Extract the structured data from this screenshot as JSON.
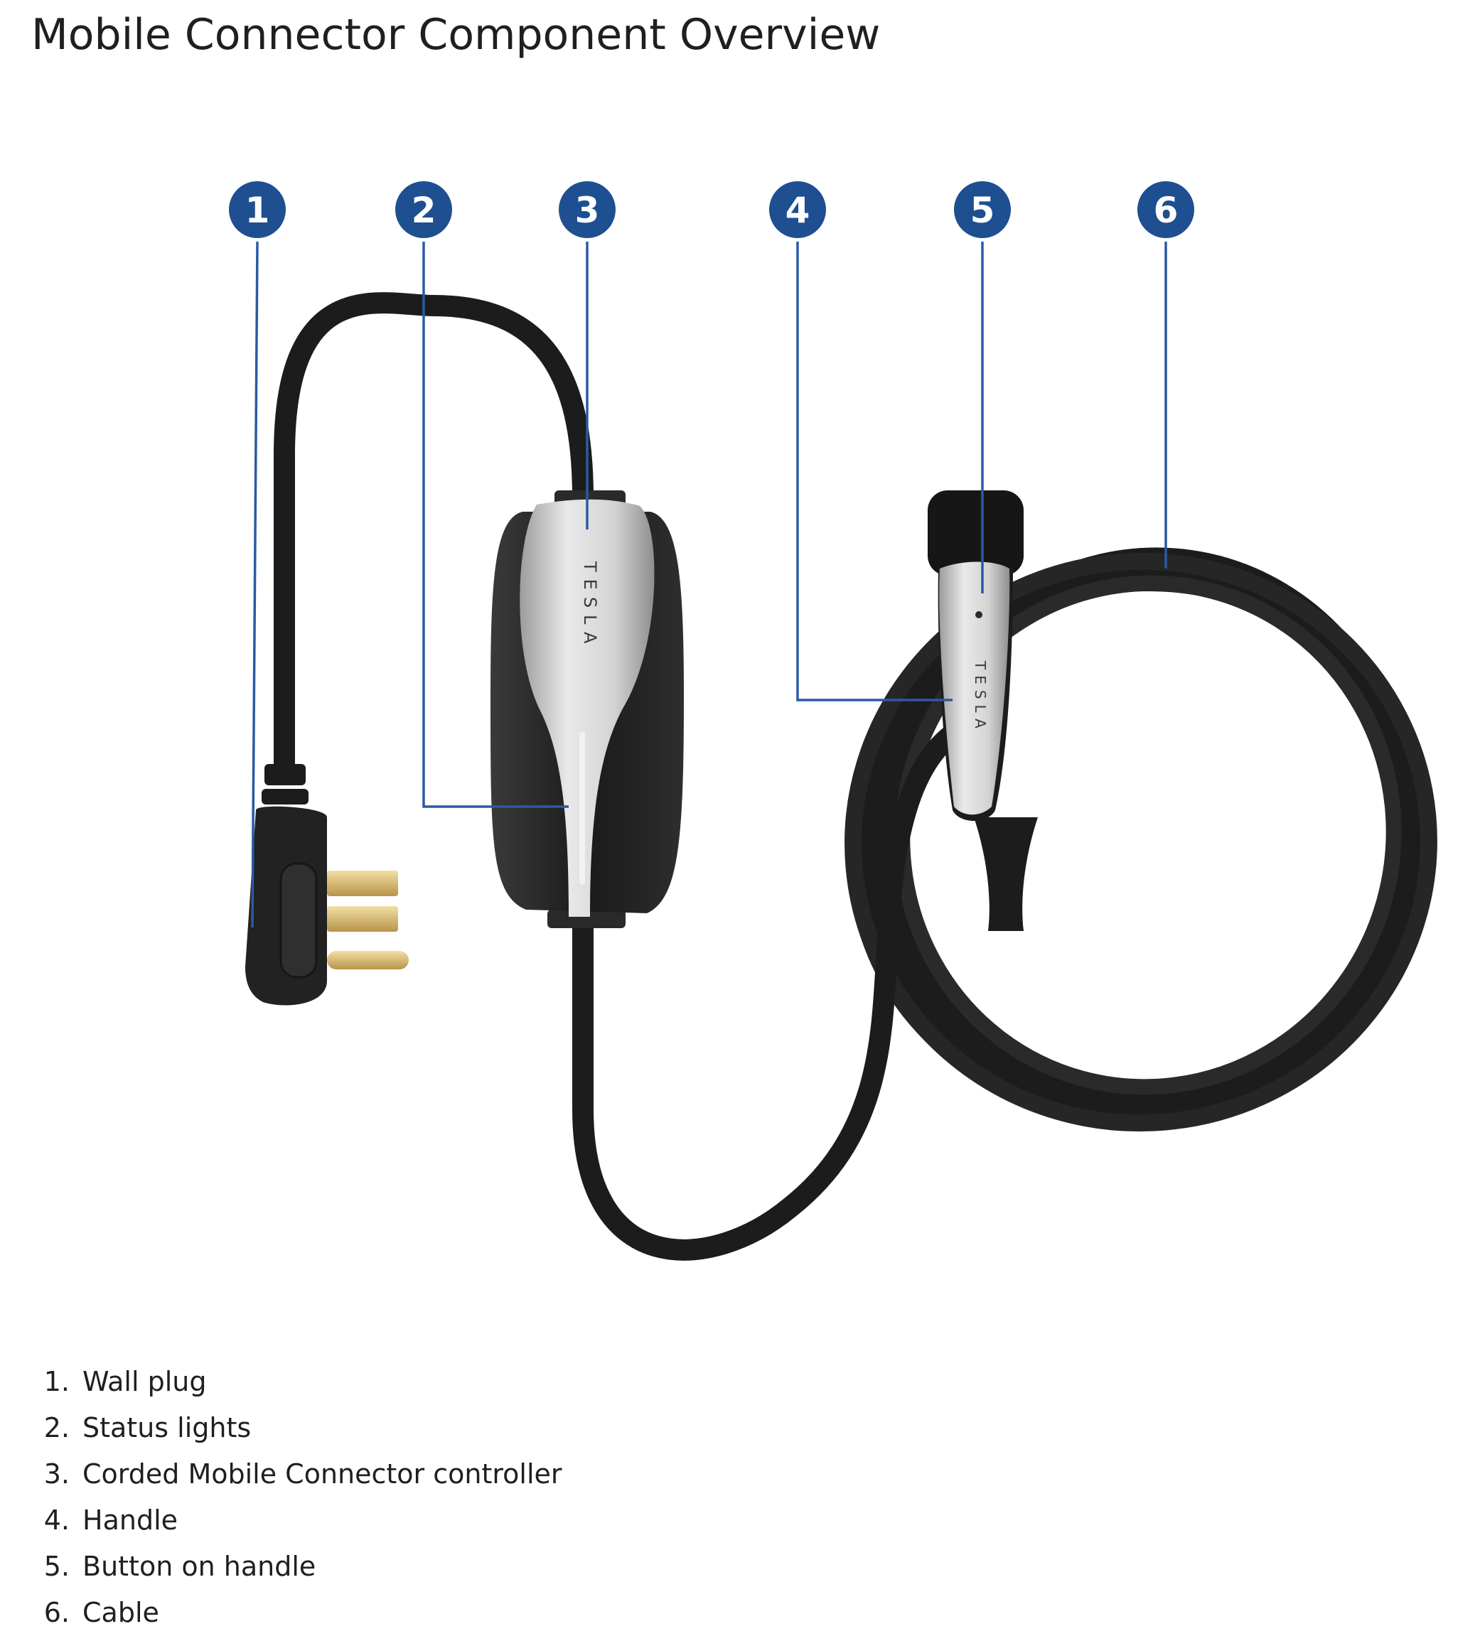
{
  "title": "Mobile Connector Component Overview",
  "callouts": [
    "1",
    "2",
    "3",
    "4",
    "5",
    "6"
  ],
  "brand_text": "TESLA",
  "legend": [
    {
      "number": "1.",
      "label": "Wall plug"
    },
    {
      "number": "2.",
      "label": "Status lights"
    },
    {
      "number": "3.",
      "label": "Corded Mobile Connector controller"
    },
    {
      "number": "4.",
      "label": "Handle"
    },
    {
      "number": "5.",
      "label": "Button on handle"
    },
    {
      "number": "6.",
      "label": "Cable"
    }
  ],
  "colors": {
    "callout_fill": "#1d4f91",
    "leader_line": "#2a5aa3",
    "cable": "#1c1c1c",
    "silver": "#cfcfcf",
    "plug_prongs": "#d8b96a",
    "text": "#1f1f1f"
  }
}
